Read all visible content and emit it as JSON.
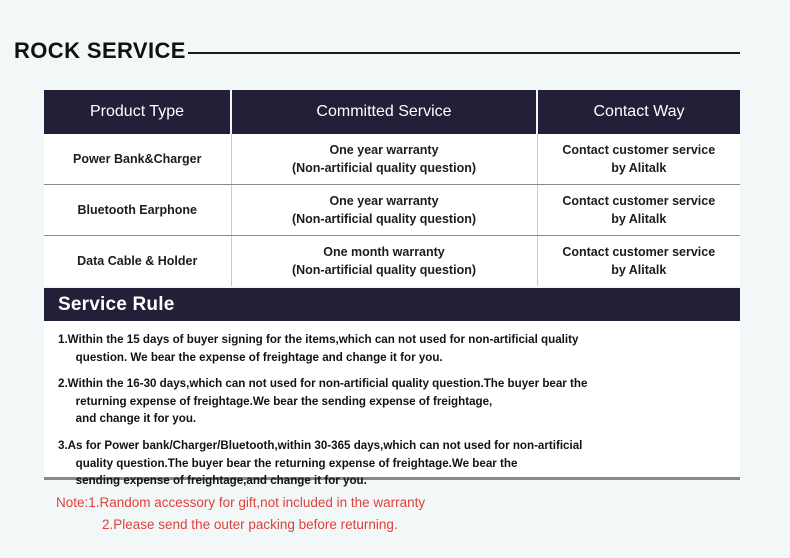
{
  "page": {
    "title": "ROCK SERVICE",
    "bg_color": "#f2f7f7",
    "navy_color": "#241f38",
    "note_color": "#e0413c"
  },
  "table": {
    "headers": [
      "Product Type",
      "Committed Service",
      "Contact Way"
    ],
    "rows": [
      {
        "product_type": "Power Bank&Charger",
        "service_line1": "One year warranty",
        "service_line2": "(Non-artificial quality question)",
        "contact_line1": "Contact customer service",
        "contact_line2": "by Alitalk"
      },
      {
        "product_type": "Bluetooth Earphone",
        "service_line1": "One year warranty",
        "service_line2": "(Non-artificial quality question)",
        "contact_line1": "Contact customer service",
        "contact_line2": "by Alitalk"
      },
      {
        "product_type": "Data Cable & Holder",
        "service_line1": "One month warranty",
        "service_line2": "(Non-artificial quality question)",
        "contact_line1": "Contact customer service",
        "contact_line2": "by Alitalk"
      }
    ]
  },
  "service_rule": {
    "banner_title": "Service Rule",
    "items": [
      {
        "number": "1.",
        "lines": [
          "Within the 15 days of buyer signing for the items,which can not used for non-artificial quality",
          "question. We bear the expense of freightage and change it for you."
        ]
      },
      {
        "number": "2.",
        "lines": [
          "Within the 16-30 days,which can not used for non-artificial quality question.The buyer bear the",
          "returning expense of freightage.We bear the sending expense of freightage,",
          "and change it for you."
        ]
      },
      {
        "number": "3.",
        "lines": [
          "As for Power bank/Charger/Bluetooth,within 30-365 days,which can not used for non-artificial",
          "quality question.The buyer bear the returning expense of freightage.We bear the",
          "sending expense of freightage,and change it for you."
        ]
      }
    ]
  },
  "notes": {
    "line1": "Note:1.Random accessory for gift,not included in the warranty",
    "line2": "2.Please send the outer packing before returning."
  }
}
